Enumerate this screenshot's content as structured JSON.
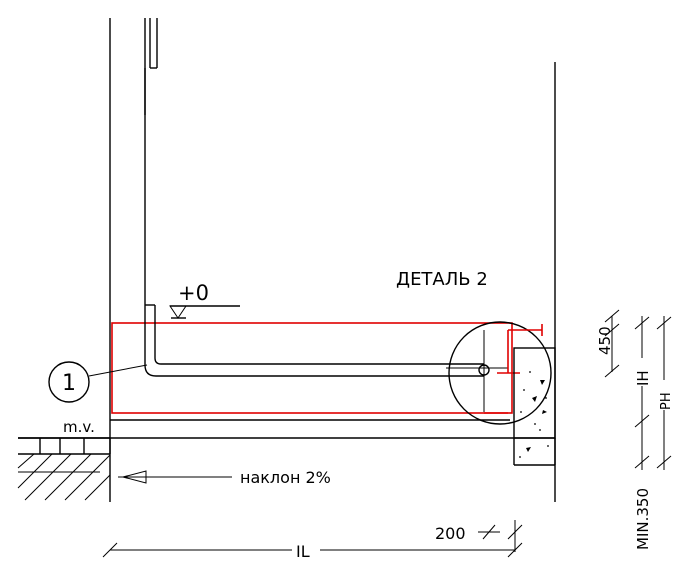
{
  "drawing": {
    "level_label": "+0",
    "detail_label": "ДЕТАЛЬ 2",
    "callout_number": "1",
    "ground_label": "m.v.",
    "slope_label": "наклон 2%",
    "dimensions": {
      "dim_450": "450",
      "dim_ih": "IH",
      "dim_ph": "PH",
      "dim_min350": "MIN.350",
      "dim_200": "200",
      "dim_il": "IL"
    },
    "colors": {
      "lines": "#000000",
      "highlight": "#e00000"
    }
  }
}
